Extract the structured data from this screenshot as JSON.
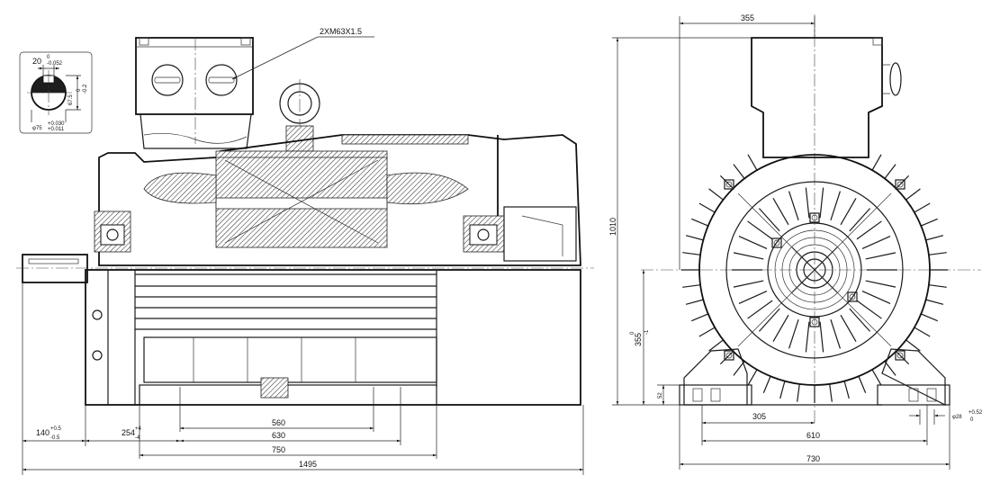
{
  "annotations": {
    "thread_note": "2XM63X1.5",
    "key_width": "20",
    "key_width_tol_upper": "0",
    "key_width_tol_lower": "-0.052",
    "key_depth": "67.5",
    "key_depth_tol_upper": "0",
    "key_depth_tol_lower": "-0.2",
    "shaft_dia": "φ75",
    "shaft_dia_tol_upper": "+0.030",
    "shaft_dia_tol_lower": "+0.011"
  },
  "side_view": {
    "dim_shaft_ext": "140",
    "dim_shaft_ext_tol_upper": "+0.5",
    "dim_shaft_ext_tol_lower": "-0.5",
    "dim_254": "254",
    "dim_254_tol_upper": "+4",
    "dim_254_tol_lower": "-4",
    "dim_560": "560",
    "dim_630": "630",
    "dim_750": "750",
    "dim_1495": "1495"
  },
  "end_view": {
    "dim_355_top": "355",
    "dim_1010": "1010",
    "dim_355_height": "355",
    "dim_355_height_tol_upper": "0",
    "dim_355_height_tol_lower": "-1",
    "dim_52": "52",
    "dim_305": "305",
    "dim_610": "610",
    "dim_730": "730",
    "dim_hole": "φ28",
    "dim_hole_tol_upper": "+0.52",
    "dim_hole_tol_lower": "0"
  }
}
